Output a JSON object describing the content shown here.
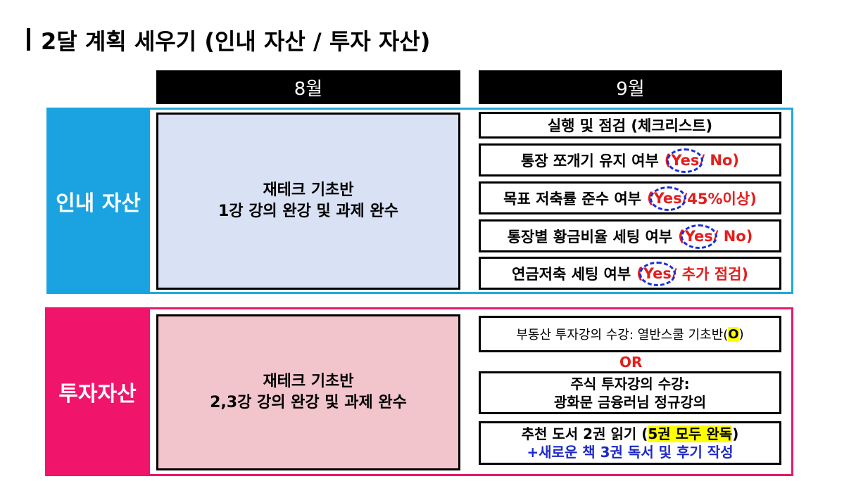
{
  "title": "2달 계획 세우기 (인내 자산 / 투자 자산)",
  "months": [
    "8월",
    "9월"
  ],
  "sections": {
    "patience": {
      "label": "인내 자산",
      "color": "#1aa3e0",
      "main_line1": "재테크 기초반",
      "main_line2": "1강 강의 완강 및 과제 완수",
      "checklist_header": "실행 및 점검 (체크리스트)",
      "items": [
        {
          "text": "통장 쪼개기 유지 여부",
          "open": "(",
          "yes": "Yes",
          "rest": "/ No)"
        },
        {
          "text": "목표 저축률 준수 여부",
          "open": "(",
          "yes": "Yes",
          "rest": "/45%이상)"
        },
        {
          "text": "통장별 황금비율 세팅 여부",
          "open": "(",
          "yes": "Yes",
          "rest": "/ No)"
        },
        {
          "text": "연금저축 세팅 여부",
          "open": "(",
          "yes": "Yes",
          "rest": "/ 추가 점검)"
        }
      ]
    },
    "investment": {
      "label": "투자자산",
      "color": "#f0146a",
      "main_line1": "재테크 기초반",
      "main_line2": "2,3강 강의 완강 및 과제 완수",
      "item1_text": "부동산 투자강의 수강: 열반스쿨 기초반(",
      "item1_mark": "O",
      "item1_close": " )",
      "or_label": "OR",
      "item2_line1": "주식 투자강의 수강:",
      "item2_line2": "광화문 금융러님 정규강의",
      "item3_text": "추천 도서 2권 읽기 (",
      "item3_highlight": "5권 모두 완독",
      "item3_close": ")",
      "item3_line2": "+새로운 책 3권 독서 및 후기 작성"
    }
  }
}
